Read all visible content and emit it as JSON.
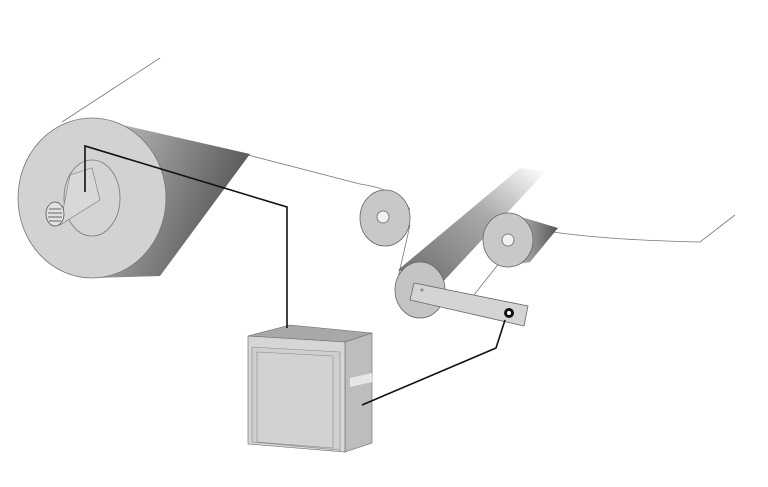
{
  "diagram": {
    "components": [
      "unwind-roll",
      "idler-roller-1",
      "dancer-roller",
      "idler-roller-2",
      "dancer-arm",
      "controller-box"
    ],
    "colors": {
      "roll": "#d0d0d0",
      "roll_dark": "#6a6a6a",
      "outline": "#555555",
      "wire": "#111111",
      "box": "#d4d4d4"
    }
  }
}
